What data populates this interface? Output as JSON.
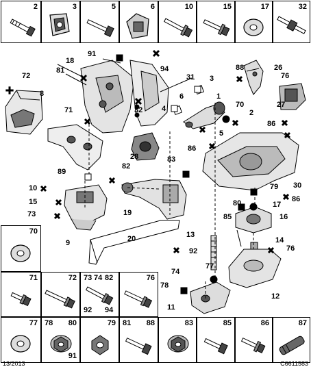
{
  "top_row": [
    {
      "nums": [
        "2"
      ],
      "icon": "bolt-icon"
    },
    {
      "nums": [
        "3"
      ],
      "icon": "clip-nut-icon"
    },
    {
      "nums": [
        "5"
      ],
      "icon": "bolt-icon"
    },
    {
      "nums": [
        "6"
      ],
      "icon": "bracket-clip-icon"
    },
    {
      "nums": [
        "10"
      ],
      "icon": "flange-bolt-icon"
    },
    {
      "nums": [
        "15"
      ],
      "icon": "flange-bolt-icon"
    },
    {
      "nums": [
        "17"
      ],
      "icon": "washer-icon"
    },
    {
      "nums": [
        "32"
      ],
      "icon": "stud-bolt-icon"
    }
  ],
  "bottom_row": [
    {
      "nums": [
        "77"
      ],
      "icon": "washer-icon"
    },
    {
      "nums": [
        "78",
        "80"
      ],
      "bottom_num": "91",
      "icon": "flange-nut-icon"
    },
    {
      "nums": [
        "79"
      ],
      "icon": "hex-nut-icon"
    },
    {
      "nums": [
        "81",
        "88"
      ],
      "icon": "bolt-icon"
    },
    {
      "nums": [
        "83"
      ],
      "icon": "flange-nut-icon"
    },
    {
      "nums": [
        "85"
      ],
      "icon": "bolt-icon"
    },
    {
      "nums": [
        "86"
      ],
      "icon": "flange-bolt-icon"
    },
    {
      "nums": [
        "87"
      ],
      "icon": "sleeve-icon"
    }
  ],
  "left_col": {
    "cell_70": {
      "num": "70",
      "icon": "washer-icon"
    },
    "cell_71": {
      "num": "71",
      "icon": "short-bolt-icon"
    },
    "cell_72": {
      "num": "72",
      "icon": "long-bolt-icon"
    },
    "cell_73": {
      "nums": [
        "73",
        "74",
        "82"
      ],
      "bottom_nums": [
        "92",
        "94"
      ],
      "icon": "bolt-icon"
    },
    "cell_76": {
      "num": "76",
      "icon": "flange-bolt-icon"
    }
  },
  "callouts": [
    "91",
    "94",
    "18",
    "81",
    "31",
    "72",
    "8",
    "3",
    "6",
    "32",
    "4",
    "88",
    "26",
    "76",
    "27",
    "70",
    "1",
    "2",
    "71",
    "5",
    "28",
    "86",
    "86",
    "89",
    "82",
    "83",
    "10",
    "15",
    "73",
    "79",
    "30",
    "86",
    "19",
    "80",
    "17",
    "85",
    "13",
    "16",
    "9",
    "20",
    "92",
    "14",
    "76",
    "77",
    "74",
    "78",
    "11",
    "12"
  ],
  "footer": {
    "left": "13/2013",
    "right": "C6611583"
  }
}
